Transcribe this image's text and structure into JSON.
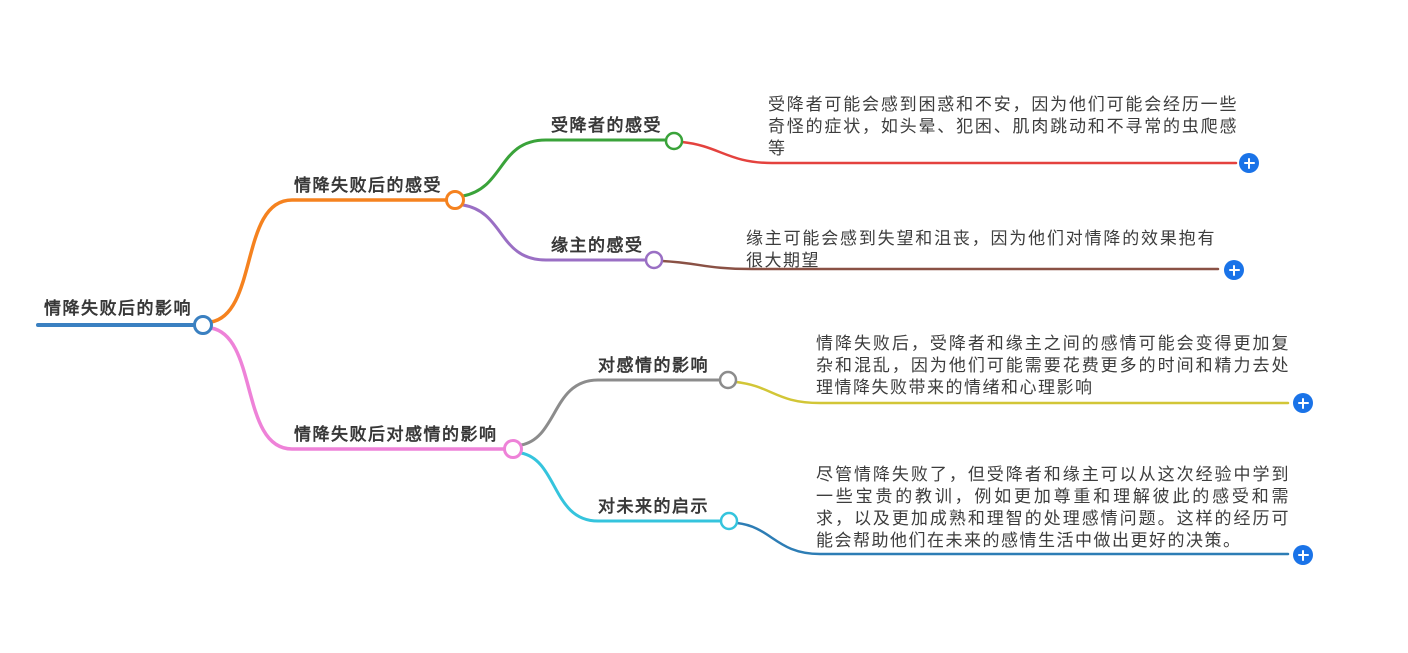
{
  "root": {
    "label": "情降失败后的影响",
    "color": "#3a80c1"
  },
  "branches": [
    {
      "label": "情降失败后的感受",
      "color": "#f5821f",
      "children": [
        {
          "label": "受降者的感受",
          "color": "#3aa33a",
          "leaf_color": "#e4423e",
          "text": "受降者可能会感到困惑和不安，因为他们可能会经历一些奇怪的症状，如头晕、犯困、肌肉跳动和不寻常的虫爬感等"
        },
        {
          "label": "缘主的感受",
          "color": "#9a6fc4",
          "leaf_color": "#8a5145",
          "text": "缘主可能会感到失望和沮丧，因为他们对情降的效果抱有很大期望"
        }
      ]
    },
    {
      "label": "情降失败后对感情的影响",
      "color": "#ee82d8",
      "children": [
        {
          "label": "对感情的影响",
          "color": "#8c8c8c",
          "leaf_color": "#d2c637",
          "text": "情降失败后，受降者和缘主之间的感情可能会变得更加复杂和混乱，因为他们可能需要花费更多的时间和精力去处理情降失败带来的情绪和心理影响"
        },
        {
          "label": "对未来的启示",
          "color": "#35c4dd",
          "leaf_color": "#2d7db5",
          "text": "尽管情降失败了，但受降者和缘主可以从这次经验中学到一些宝贵的教训，例如更加尊重和理解彼此的感受和需求，以及更加成熟和理智的处理感情问题。这样的经历可能会帮助他们在未来的感情生活中做出更好的决策。"
        }
      ]
    }
  ],
  "icons": {
    "add_node": "plus-icon"
  },
  "colors": {
    "add_button": "#1a73e8",
    "canvas_bg": "#ffffff",
    "label_text": "#383838",
    "detail_text": "#3d3d3d"
  }
}
